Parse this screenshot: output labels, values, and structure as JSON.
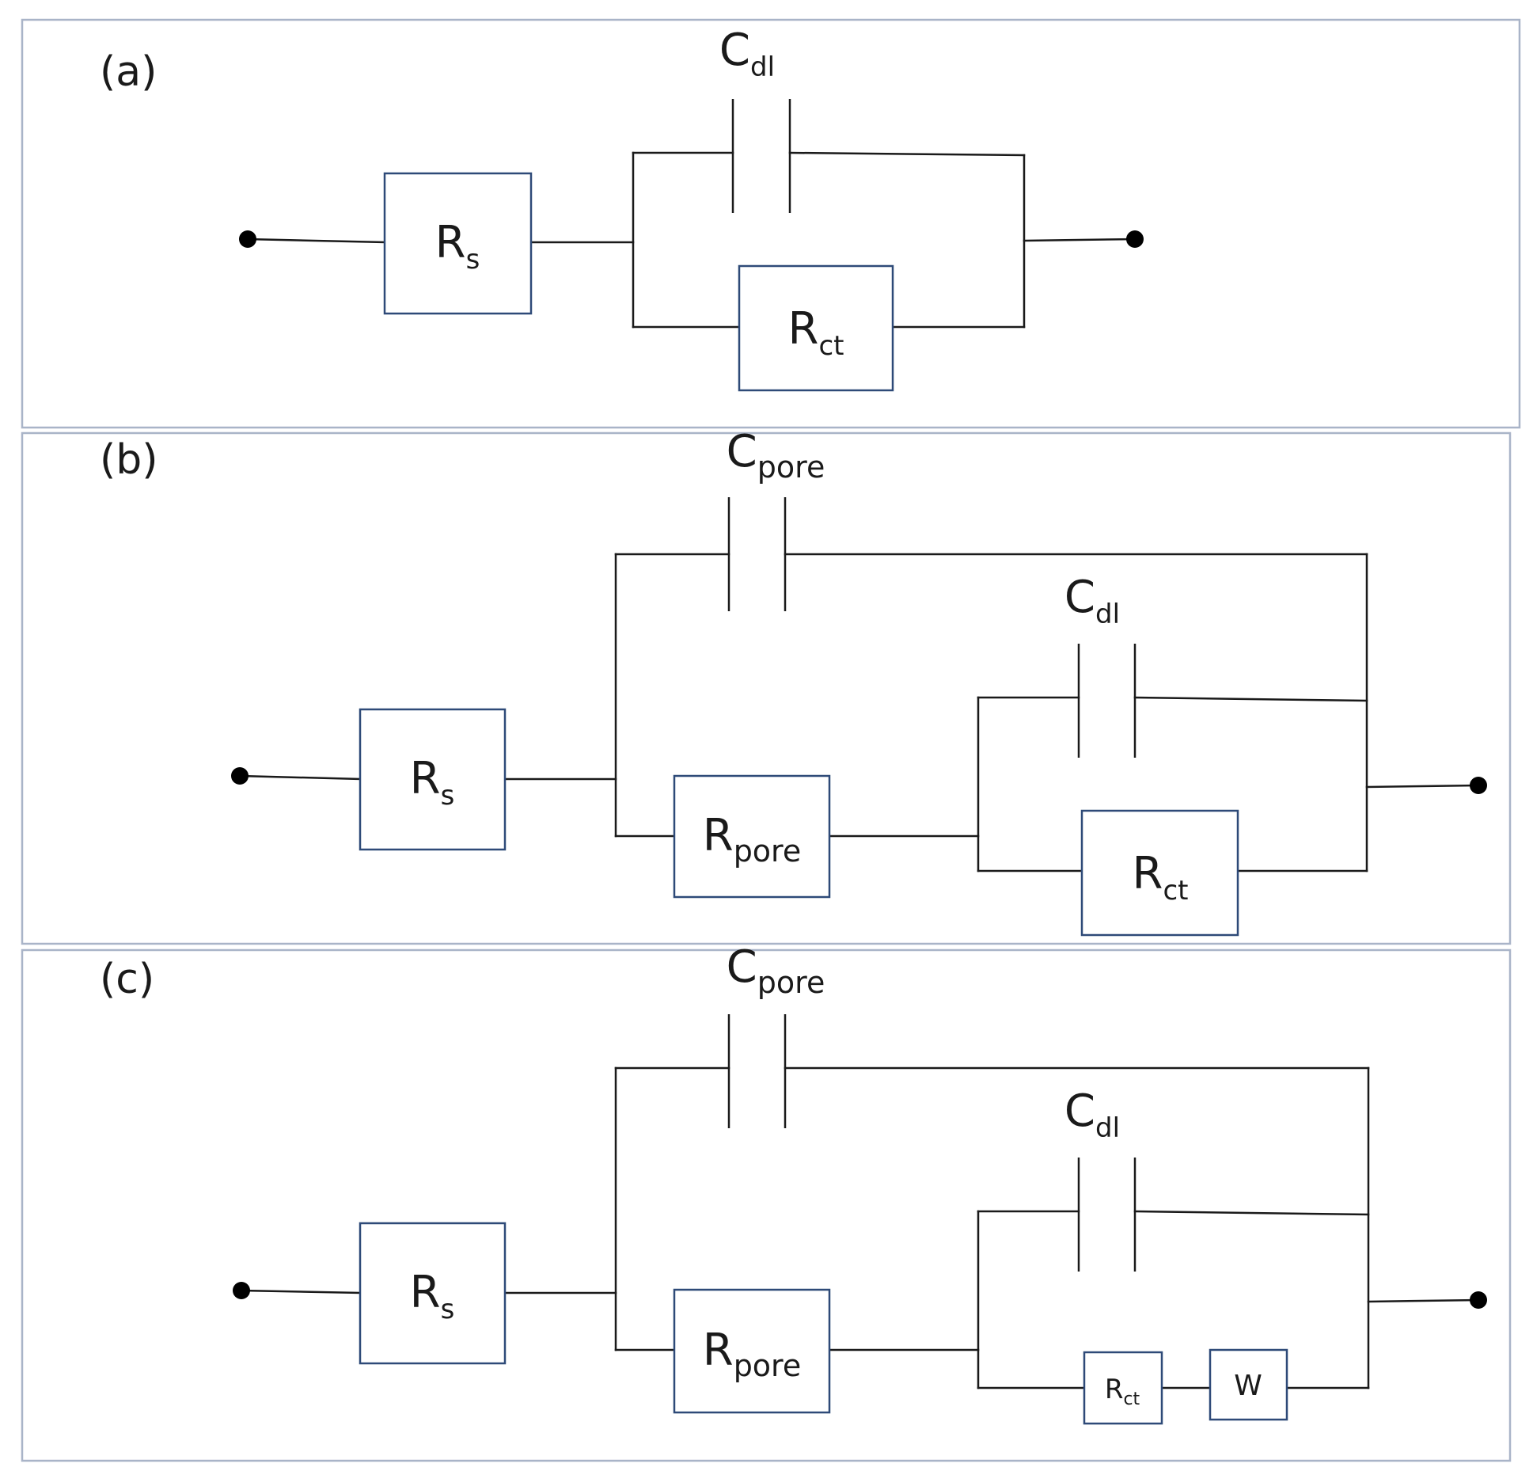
{
  "panels": [
    {
      "tag": "(a)",
      "labels": {
        "rs": {
          "main": "R",
          "sub": "s"
        },
        "cdl": {
          "main": "C",
          "sub": "dl"
        },
        "rct": {
          "main": "R",
          "sub": "ct"
        }
      }
    },
    {
      "tag": "(b)",
      "labels": {
        "rs": {
          "main": "R",
          "sub": "s"
        },
        "cpore": {
          "main": "C",
          "sub": "pore"
        },
        "rpore": {
          "main": "R",
          "sub": "pore"
        },
        "cdl": {
          "main": "C",
          "sub": "dl"
        },
        "rct": {
          "main": "R",
          "sub": "ct"
        }
      }
    },
    {
      "tag": "(c)",
      "labels": {
        "rs": {
          "main": "R",
          "sub": "s"
        },
        "cpore": {
          "main": "C",
          "sub": "pore"
        },
        "rpore": {
          "main": "R",
          "sub": "pore"
        },
        "cdl": {
          "main": "C",
          "sub": "dl"
        },
        "rct": {
          "main": "R",
          "sub": "ct"
        },
        "w": {
          "main": "W"
        }
      }
    }
  ],
  "colors": {
    "wire": "#1a1a1a",
    "box_border": "#2e4a78",
    "panel_border": "#a9b4c8"
  }
}
